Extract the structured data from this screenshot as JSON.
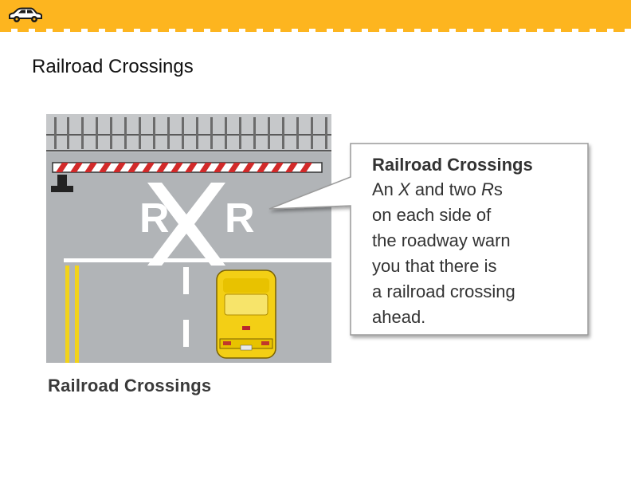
{
  "header": {
    "bar_color": "#fdb51f",
    "icon": "car-icon"
  },
  "slide": {
    "title": "Railroad Crossings"
  },
  "illustration": {
    "icon": "railroad-crossing-illustration",
    "pavement_text_left": "R",
    "pavement_text_right": "R",
    "caption": "Railroad Crossings"
  },
  "callout": {
    "heading": "Railroad Crossings",
    "line1_a": "An ",
    "line1_x": "X",
    "line1_b": " and two ",
    "line1_r": "R",
    "line1_c": "s",
    "line2": "on each side of",
    "line3": "the roadway warn",
    "line4": "you that there is",
    "line5": "a railroad crossing",
    "line6": "ahead."
  }
}
